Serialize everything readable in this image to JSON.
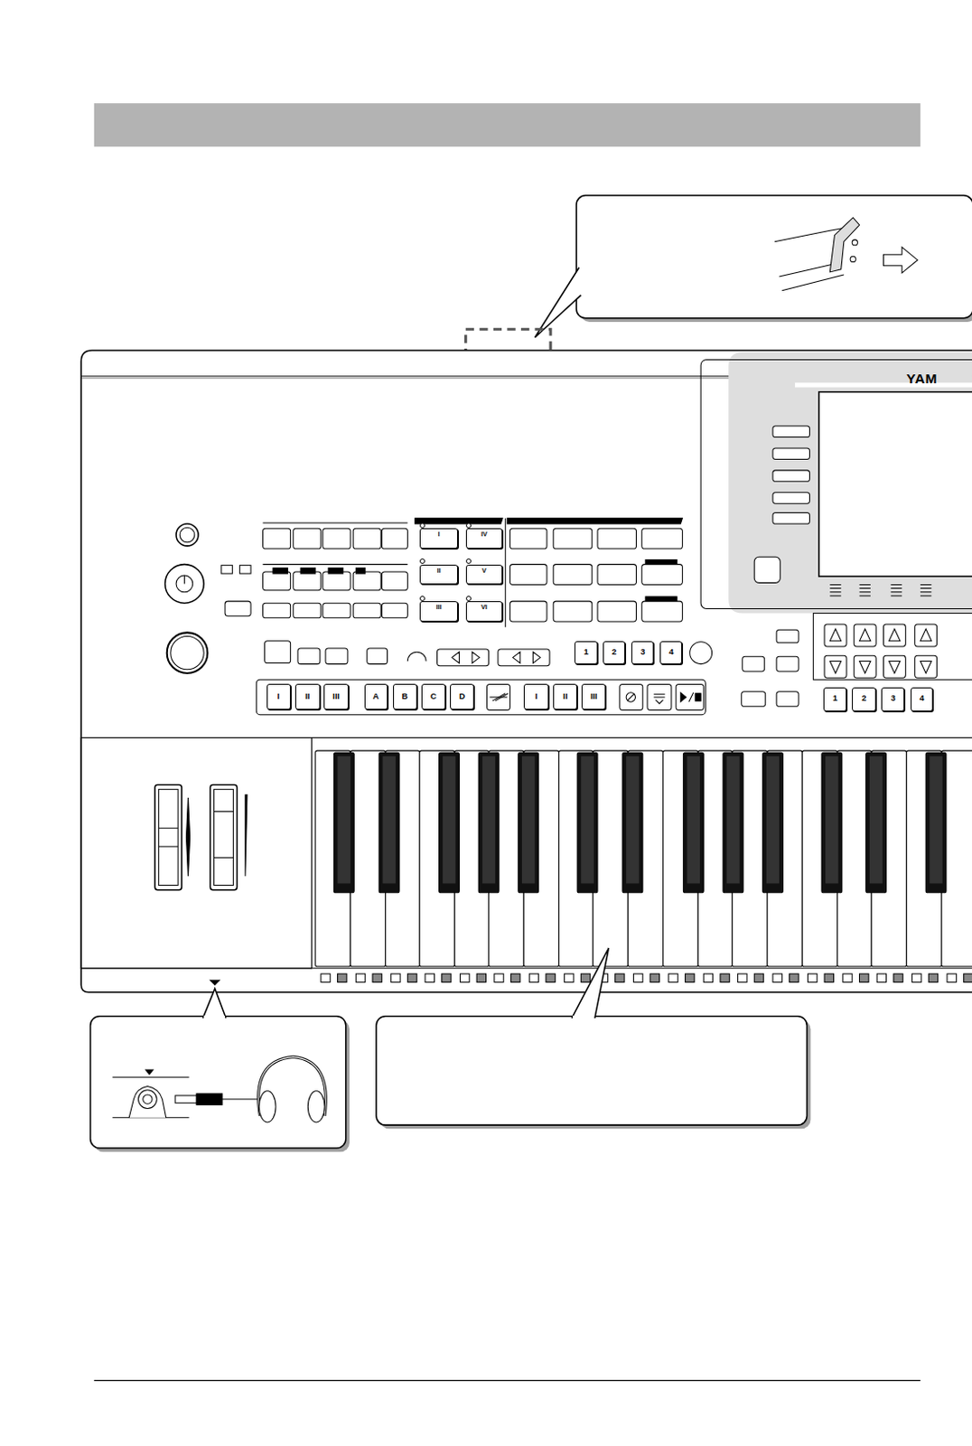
{
  "diagram": {
    "nodes": [
      {
        "text": [
          "I"
        ]
      },
      {
        "text": [
          "IV"
        ]
      },
      {
        "text": [
          "II"
        ]
      },
      {
        "text": [
          "V"
        ]
      },
      {
        "text": [
          "III"
        ]
      },
      {
        "text": [
          "VI"
        ]
      },
      {
        "text": [
          "1"
        ]
      },
      {
        "text": [
          "2"
        ]
      },
      {
        "text": [
          "3"
        ]
      },
      {
        "text": [
          "4"
        ]
      },
      {
        "text": [
          "I"
        ]
      },
      {
        "text": [
          "II"
        ]
      },
      {
        "text": [
          "III"
        ]
      },
      {
        "text": [
          "A"
        ]
      },
      {
        "text": [
          "B"
        ]
      },
      {
        "text": [
          "C"
        ]
      },
      {
        "text": [
          "D"
        ]
      },
      {
        "text": [
          "I"
        ]
      },
      {
        "text": [
          "II"
        ]
      },
      {
        "text": [
          "III"
        ]
      },
      {
        "text": [
          "1"
        ]
      },
      {
        "text": [
          "2"
        ]
      },
      {
        "text": [
          "3"
        ]
      },
      {
        "text": [
          "4"
        ]
      }
    ],
    "labels": [
      "YAM"
    ]
  }
}
